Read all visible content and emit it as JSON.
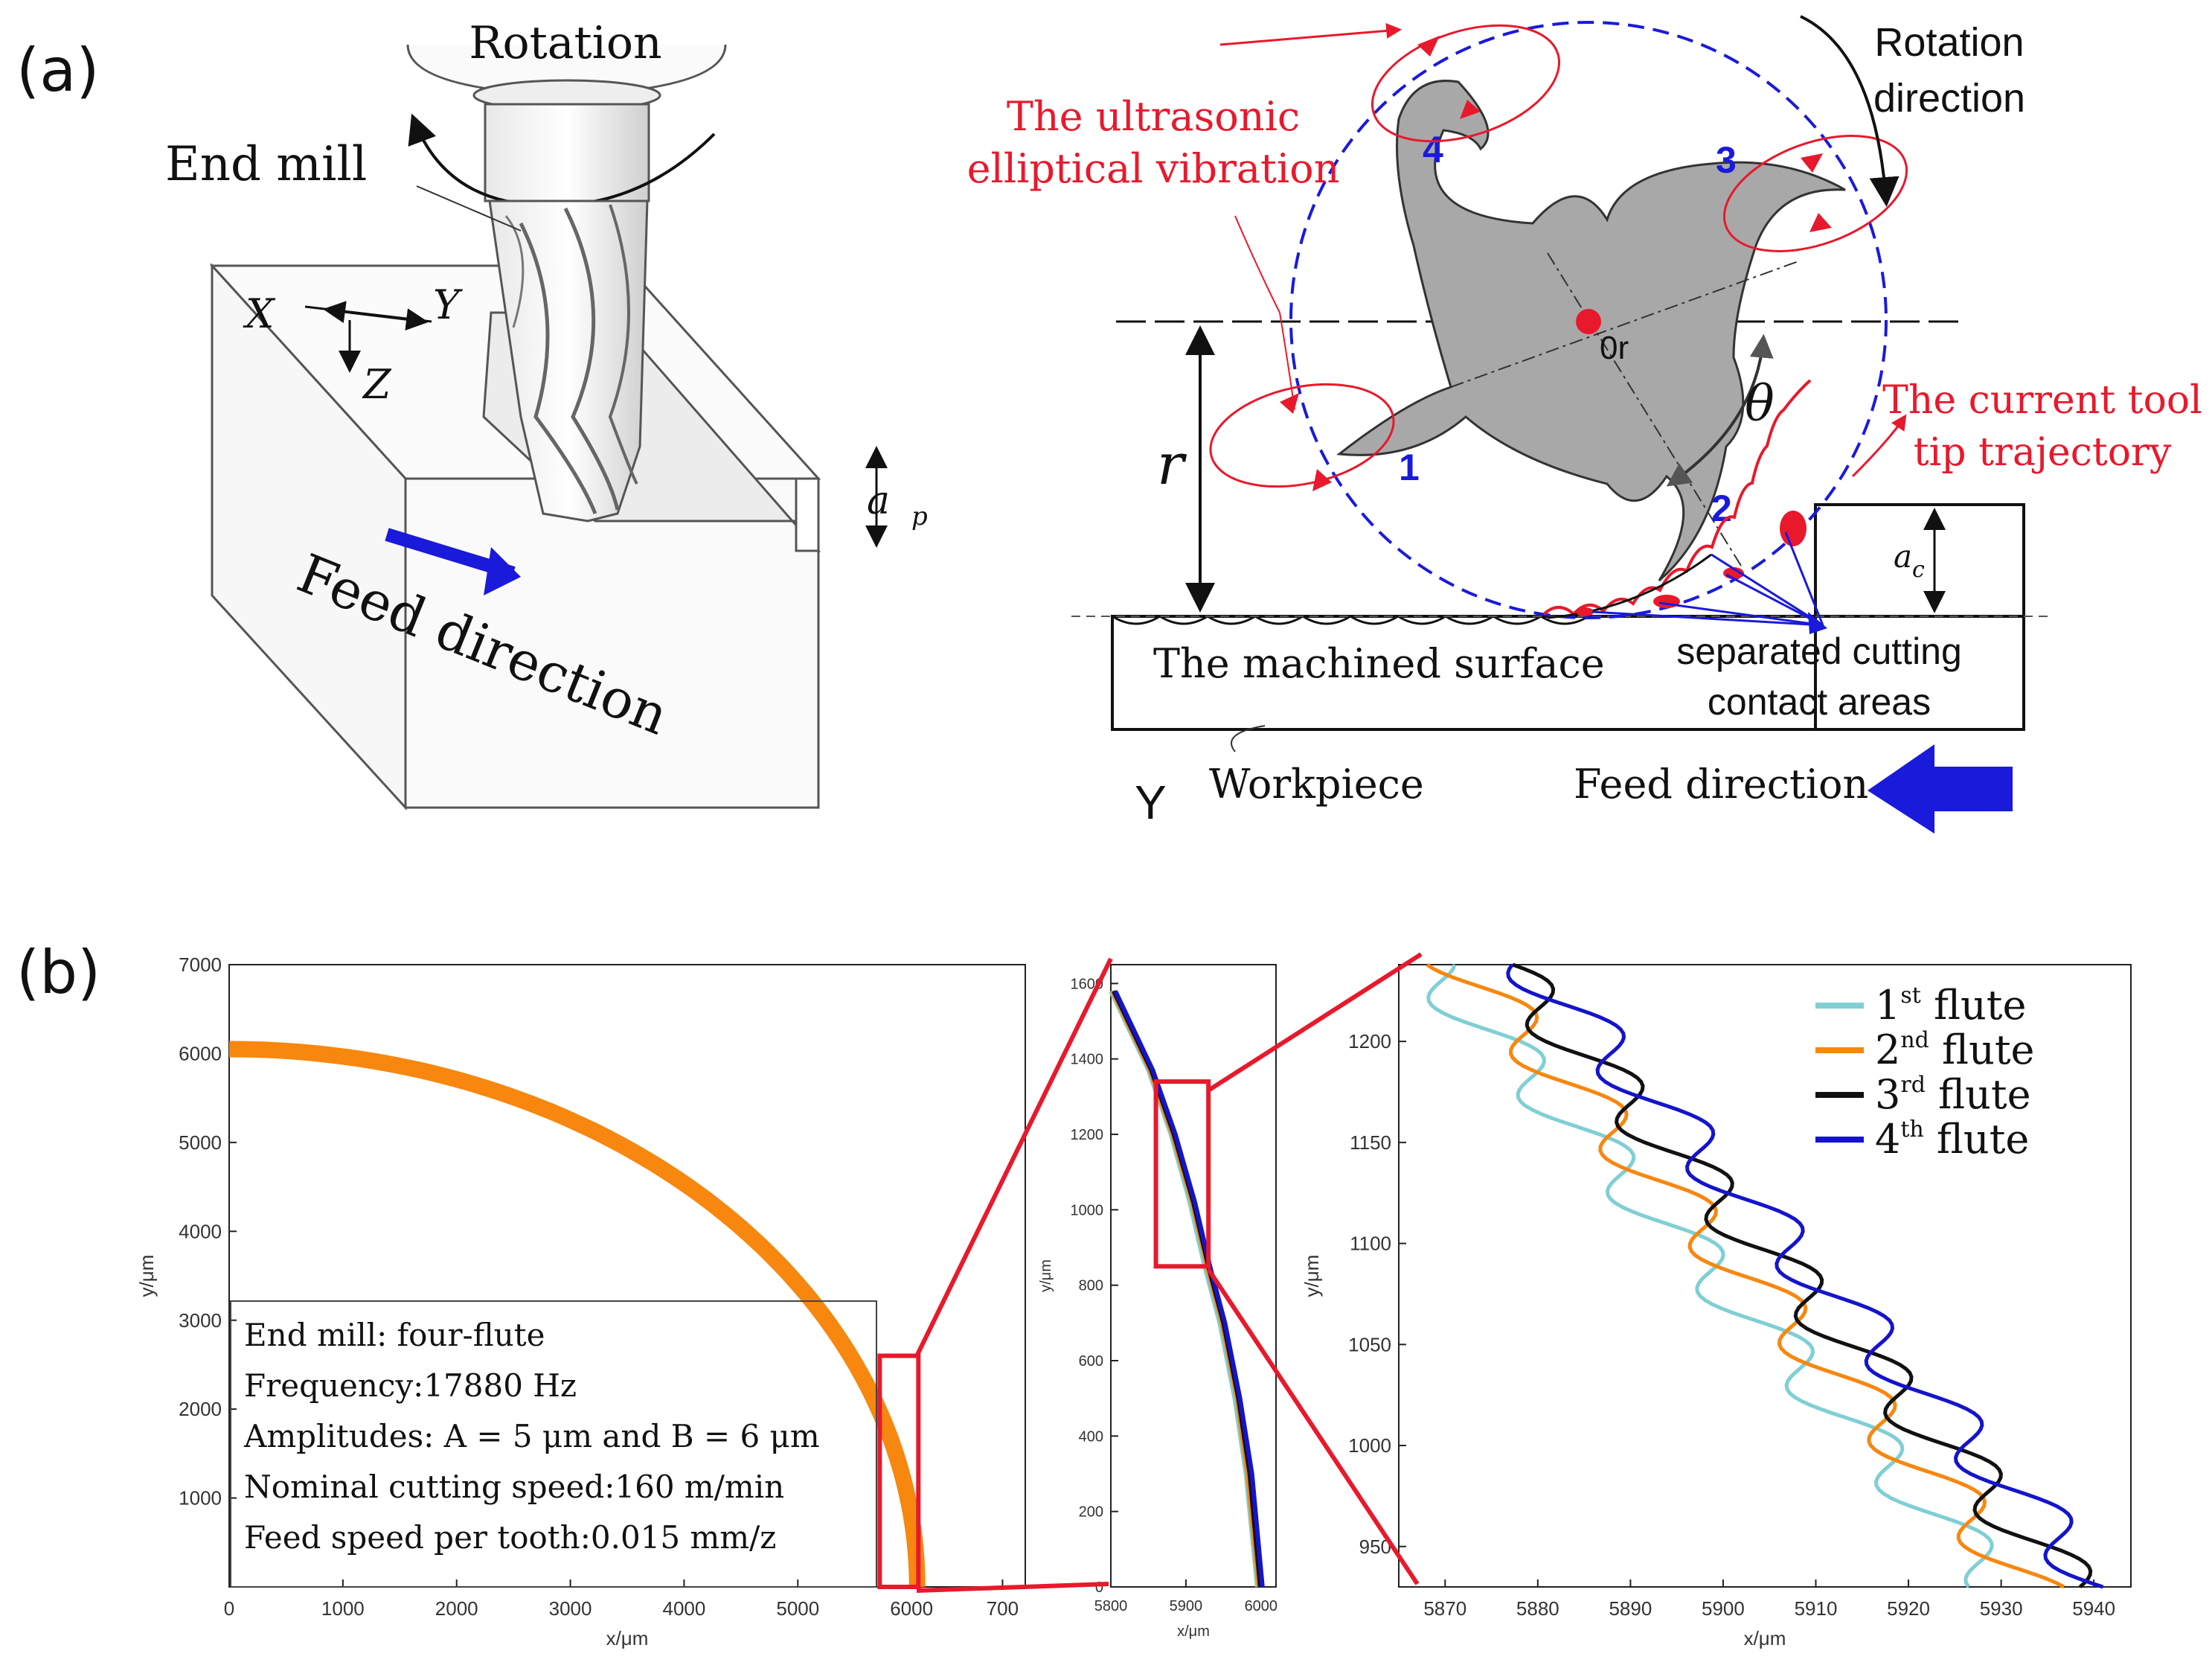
{
  "panel_labels": {
    "a": "(a)",
    "b": "(b)"
  },
  "panel_a": {
    "left": {
      "rotation": "Rotation",
      "end_mill": "End mill",
      "axis_x": "X",
      "axis_y": "Y",
      "axis_z": "Z",
      "depth_symbol": "a",
      "depth_sub": "p",
      "feed_direction": "Feed direction"
    },
    "right": {
      "vibration_label_1": "The ultrasonic",
      "vibration_label_2": "elliptical vibration",
      "rotation_direction_1": "Rotation",
      "rotation_direction_2": "direction",
      "center_label": "0r",
      "radius_label": "r",
      "angle_label": "θ",
      "flutes": [
        "1",
        "2",
        "3",
        "4"
      ],
      "trajectory_label_1": "The current tool",
      "trajectory_label_2": "tip trajectory",
      "depth_symbol": "a",
      "depth_sub": "c",
      "machined_surface": "The machined surface",
      "contact_areas_1": "separated cutting",
      "contact_areas_2": "contact areas",
      "axis_y": "Y",
      "workpiece": "Workpiece",
      "feed_direction": "Feed direction"
    },
    "colors": {
      "vibration": "#e8192c",
      "blue": "#1a1adb",
      "tool": "#a8a8a8",
      "workpiece": "#eeeeee"
    }
  },
  "panel_b": {
    "annotation": [
      "End mill:  four-flute",
      "Frequency:17880 Hz",
      "Amplitudes: A = 5 μm and B = 6 μm",
      "Nominal cutting speed:160 m/min",
      "Feed speed per tooth:0.015 mm/z"
    ]
  },
  "chart_data": [
    {
      "type": "line",
      "xlabel": "x/μm",
      "ylabel": "y/μm",
      "xlim": [
        0,
        7000
      ],
      "ylim": [
        0,
        7000
      ],
      "xticks": [
        0,
        1000,
        2000,
        3000,
        4000,
        5000,
        6000,
        700
      ],
      "yticks": [
        1000,
        2000,
        3000,
        4000,
        5000,
        6000,
        7000
      ],
      "series": [
        {
          "color": "#f7870f",
          "description_points": [
            [
              0,
              6080
            ],
            [
              1000,
              6000
            ],
            [
              2000,
              5740
            ],
            [
              3000,
              5280
            ],
            [
              4000,
              4560
            ],
            [
              5000,
              3400
            ],
            [
              5600,
              2200
            ],
            [
              5900,
              1000
            ],
            [
              6000,
              0
            ]
          ]
        }
      ],
      "zoom_box": {
        "x": [
          5720,
          6060
        ],
        "y": [
          0,
          2600
        ]
      }
    },
    {
      "type": "line",
      "xlabel": "x/μm",
      "ylabel": "y/μm",
      "xlim": [
        5800,
        6020
      ],
      "ylim": [
        0,
        1650
      ],
      "xticks": [
        5800,
        5900,
        6000
      ],
      "yticks": [
        0,
        200,
        400,
        600,
        800,
        1000,
        1200,
        1400,
        1600
      ],
      "series": [
        {
          "color": "#7fcfd4",
          "points": [
            [
              5800,
              1580
            ],
            [
              5850,
              1370
            ],
            [
              5880,
              1200
            ],
            [
              5905,
              1020
            ],
            [
              5925,
              850
            ],
            [
              5945,
              700
            ],
            [
              5965,
              500
            ],
            [
              5980,
              300
            ],
            [
              5995,
              0
            ]
          ]
        },
        {
          "color": "#f7870f",
          "points": [
            [
              5802,
              1580
            ],
            [
              5852,
              1370
            ],
            [
              5882,
              1200
            ],
            [
              5908,
              1020
            ],
            [
              5928,
              850
            ],
            [
              5948,
              700
            ],
            [
              5968,
              500
            ],
            [
              5982,
              300
            ],
            [
              5997,
              0
            ]
          ]
        },
        {
          "color": "#111111",
          "points": [
            [
              5804,
              1580
            ],
            [
              5854,
              1370
            ],
            [
              5884,
              1200
            ],
            [
              5910,
              1020
            ],
            [
              5930,
              850
            ],
            [
              5950,
              700
            ],
            [
              5970,
              500
            ],
            [
              5985,
              300
            ],
            [
              5999,
              0
            ]
          ]
        },
        {
          "color": "#1414cc",
          "points": [
            [
              5806,
              1580
            ],
            [
              5856,
              1370
            ],
            [
              5886,
              1200
            ],
            [
              5912,
              1020
            ],
            [
              5932,
              850
            ],
            [
              5952,
              700
            ],
            [
              5972,
              500
            ],
            [
              5988,
              300
            ],
            [
              6002,
              0
            ]
          ]
        }
      ],
      "zoom_box": {
        "x": [
          5860,
          5930
        ],
        "y": [
          850,
          1340
        ]
      }
    },
    {
      "type": "line",
      "xlabel": "x/μm",
      "ylabel": "y/μm",
      "xlim": [
        5865,
        5944
      ],
      "ylim": [
        930,
        1238
      ],
      "xticks": [
        5870,
        5880,
        5890,
        5900,
        5910,
        5920,
        5930,
        5940
      ],
      "yticks": [
        950,
        1000,
        1050,
        1100,
        1150,
        1200
      ],
      "legend": {
        "position": "top-right",
        "entries": [
          {
            "base": "1",
            "sup": "st",
            "rest": " flute"
          },
          {
            "base": "2",
            "sup": "nd",
            "rest": " flute"
          },
          {
            "base": "3",
            "sup": "rd",
            "rest": " flute"
          },
          {
            "base": "4",
            "sup": "th",
            "rest": " flute"
          }
        ]
      },
      "series": [
        {
          "name": "1st flute",
          "color": "#7fcfd4",
          "offset": 0,
          "wave": 3.5
        },
        {
          "name": "2nd flute",
          "color": "#f7870f",
          "offset": 3.5,
          "wave": 3.5
        },
        {
          "name": "3rd flute",
          "color": "#111111",
          "offset": 8,
          "wave": 3.5
        },
        {
          "name": "4th flute",
          "color": "#1414cc",
          "offset": 11,
          "wave": 3.5
        }
      ]
    }
  ]
}
